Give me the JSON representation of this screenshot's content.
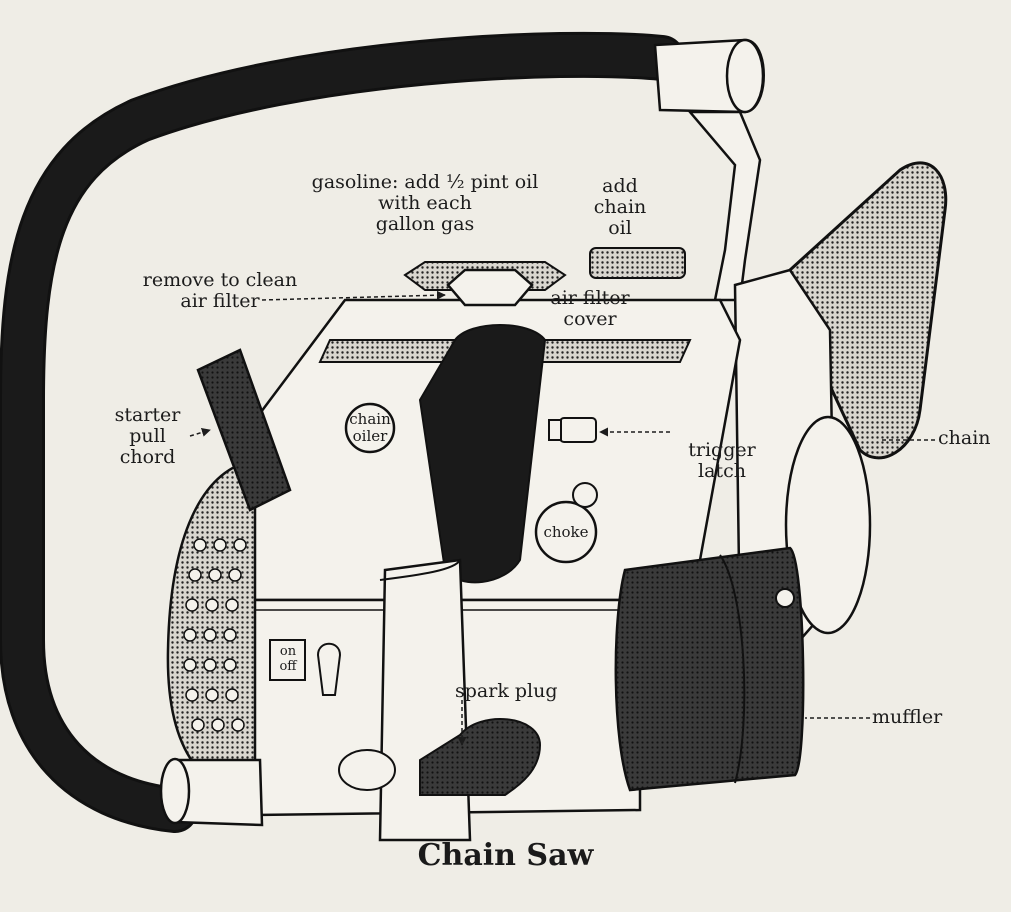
{
  "figure": {
    "caption": "Chain Saw",
    "labels": {
      "gasoline": [
        "gasoline: add ½ pint oil",
        "with each",
        "gallon gas"
      ],
      "chain_oil": [
        "add",
        "chain",
        "oil"
      ],
      "remove_filter": [
        "remove to clean",
        "air filter"
      ],
      "air_filter_cover": [
        "air filter",
        "cover"
      ],
      "starter": [
        "starter",
        "pull",
        "chord"
      ],
      "chain_oiler": [
        "chain",
        "oiler"
      ],
      "trigger_latch": [
        "trigger",
        "latch"
      ],
      "chain": "chain",
      "choke": "choke",
      "switch": [
        "on",
        "off"
      ],
      "spark_plug": "spark plug",
      "muffler": "muffler"
    }
  }
}
